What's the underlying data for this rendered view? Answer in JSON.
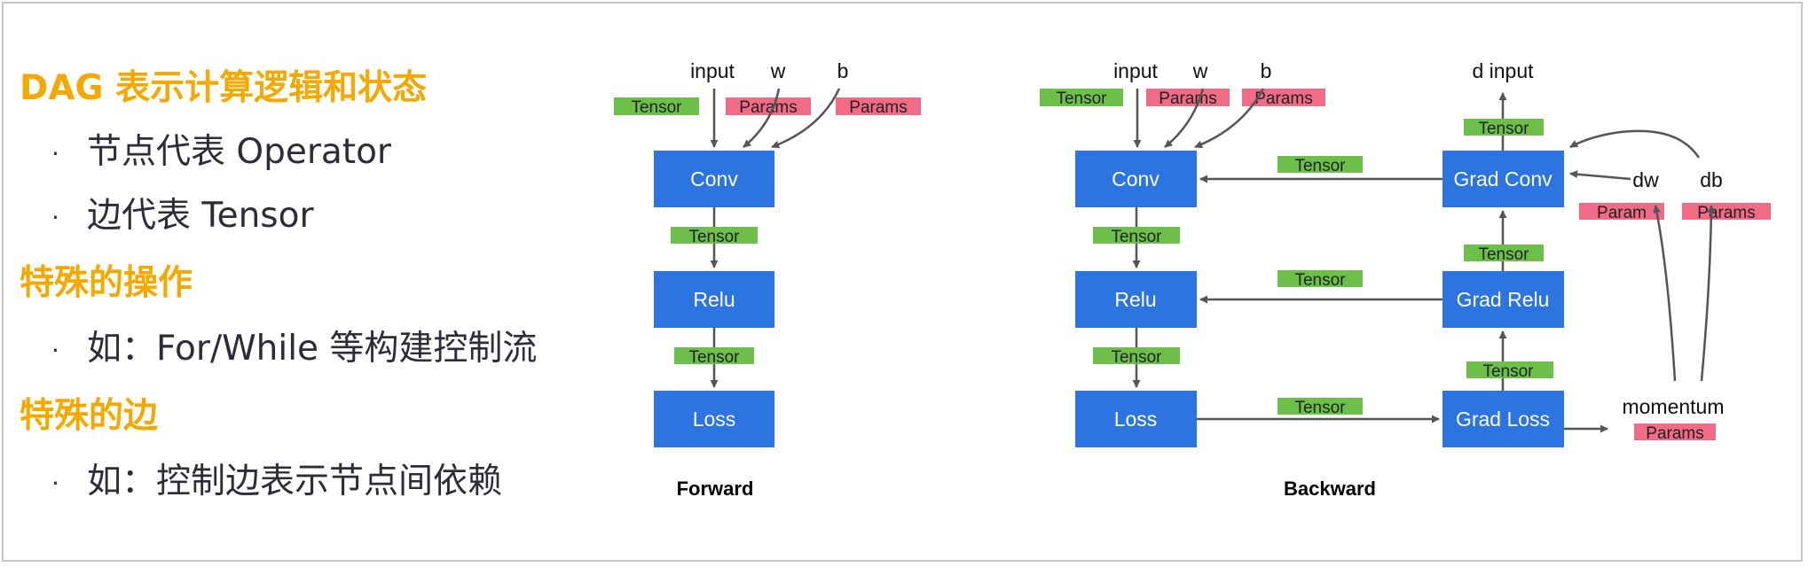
{
  "left_panel": {
    "heading1": "DAG 表示计算逻辑和状态",
    "bullet1": "节点代表 Operator",
    "bullet2": "边代表 Tensor",
    "heading2": "特殊的操作",
    "bullet3": "如：For/While 等构建控制流",
    "heading3": "特殊的边",
    "bullet4": "如：控制边表示节点间依赖",
    "bullet_glyph": "·"
  },
  "colors": {
    "heading": "#f5a800",
    "node": "#2c74e0",
    "tensor_tag": "#6cc04a",
    "params_tag": "#f06b86",
    "arrow": "#555555"
  },
  "forward": {
    "caption": "Forward",
    "inputs": {
      "input": "input",
      "w": "w",
      "b": "b"
    },
    "nodes": {
      "conv": "Conv",
      "relu": "Relu",
      "loss": "Loss"
    },
    "tags": {
      "tensor": "Tensor",
      "params": "Params"
    }
  },
  "backward": {
    "caption": "Backward",
    "inputs": {
      "input": "input",
      "w": "w",
      "b": "b",
      "d_input": "d input",
      "dw": "dw",
      "db": "db",
      "momentum": "momentum"
    },
    "nodes": {
      "conv": "Conv",
      "relu": "Relu",
      "loss": "Loss",
      "grad_conv": "Grad Conv",
      "grad_relu": "Grad Relu",
      "grad_loss": "Grad Loss"
    },
    "tags": {
      "tensor": "Tensor",
      "params": "Params",
      "params_clipped": "Param"
    }
  }
}
